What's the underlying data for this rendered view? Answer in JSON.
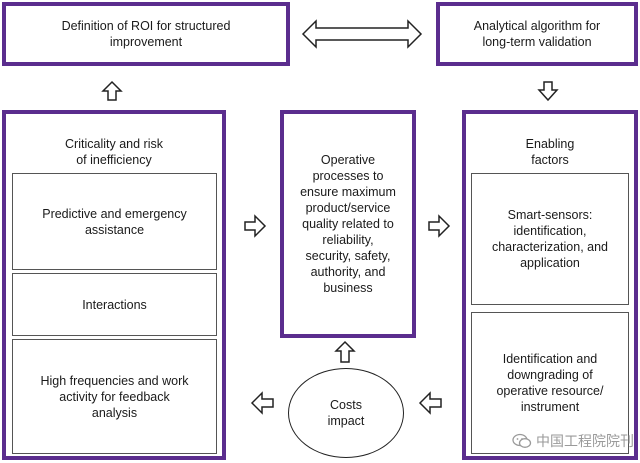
{
  "top": {
    "left_box": "Definition of ROI for structured\nimprovement",
    "right_box": "Analytical algorithm for\nlong-term validation"
  },
  "left_column": {
    "title": "Criticality and risk\nof inefficiency",
    "items": [
      "Predictive and emergency\nassistance",
      "Interactions",
      "High frequencies and work\nactivity for feedback\nanalysis"
    ]
  },
  "center": {
    "text": "Operative\nprocesses to\nensure maximum\nproduct/service\nquality related to\nreliability,\nsecurity, safety,\nauthority, and\nbusiness"
  },
  "right_column": {
    "title": "Enabling\nfactors",
    "items": [
      "Smart-sensors:\nidentification,\ncharacterization, and\napplication",
      "Identification and\ndowngrading of\noperative resource/\ninstrument"
    ]
  },
  "bottom": {
    "ellipse": "Costs\nimpact"
  },
  "watermark": {
    "text": "中国工程院院刊",
    "icon": "wechat-icon"
  },
  "colors": {
    "accent": "#5b2d8e",
    "arrow_stroke": "#222222"
  }
}
